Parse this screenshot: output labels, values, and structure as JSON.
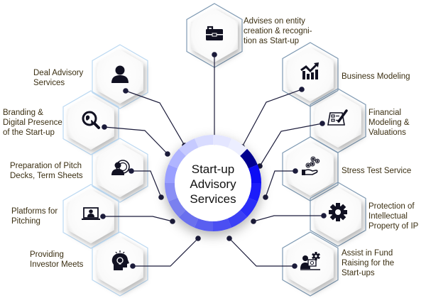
{
  "center": {
    "title": "Start-up\nAdvisory\nServices",
    "ring_colors": [
      "#d9dcff",
      "#c6caff",
      "#b0b5ff",
      "#9aa0ff",
      "#8a8ff5",
      "#7a80ef",
      "#6a70ee",
      "#5a5ff0",
      "#4b50f2",
      "#3b3ff5",
      "#2a2ef8",
      "#1a1dfa",
      "#0b0cf5",
      "#00008f",
      "#e4e6ff",
      "#eceeff"
    ]
  },
  "colors": {
    "text": "#3b2f12",
    "icon": "#111122",
    "connector": "#1b1b3a",
    "hex_border_left": "#bcd9f2",
    "hex_border_right": "#7f9ab3"
  },
  "services": [
    {
      "id": "entity-creation",
      "label": "Advises on entity\ncreation & recogni-\ntion as Start-up",
      "icon": "briefcase-icon"
    },
    {
      "id": "deal-advisory",
      "label": "Deal Advisory\nServices",
      "icon": "person-icon"
    },
    {
      "id": "branding",
      "label": "Branding &\nDigital Presence\nof the Start-up",
      "icon": "globe-search-icon"
    },
    {
      "id": "pitch-decks",
      "label": "Preparation of Pitch\nDecks, Term Sheets",
      "icon": "presenter-icon"
    },
    {
      "id": "platforms",
      "label": "Platforms for\nPitching",
      "icon": "video-call-icon"
    },
    {
      "id": "investor-meets",
      "label": "Providing\nInvestor Meets",
      "icon": "idea-head-icon"
    },
    {
      "id": "business-modeling",
      "label": "Business Modeling",
      "icon": "growth-chart-icon"
    },
    {
      "id": "financial-modeling",
      "label": "Financial\nModeling &\nValuations",
      "icon": "checklist-pen-icon"
    },
    {
      "id": "stress-test",
      "label": "Stress Test Service",
      "icon": "coins-hand-icon"
    },
    {
      "id": "ip-protection",
      "label": "Protection of\nIntellectual\nProperty of IP",
      "icon": "gear-icon"
    },
    {
      "id": "fund-raising",
      "label": "Assist in Fund\nRaising for the\nStart-ups",
      "icon": "fund-raising-icon"
    }
  ]
}
